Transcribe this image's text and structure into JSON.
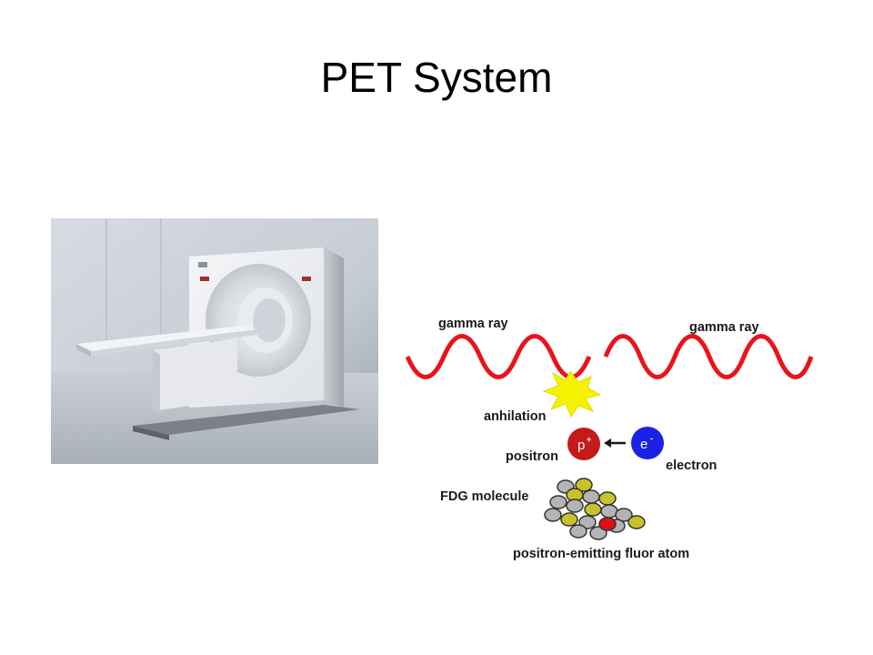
{
  "slide": {
    "title": "PET System"
  },
  "diagram": {
    "gamma_ray_left": "gamma ray",
    "gamma_ray_right": "gamma ray",
    "annihilation": "anhilation",
    "positron": "positron",
    "electron": "electron",
    "positron_symbol": "p",
    "positron_charge": "+",
    "electron_symbol": "e",
    "electron_charge": "-",
    "molecule": "FDG molecule",
    "fluor_atom": "positron-emitting fluor atom"
  },
  "colors": {
    "wave": "#e8141c",
    "flash": "#f5f200",
    "positron": "#c41a1a",
    "electron": "#1a22e6",
    "molecule_yellow": "#c9c22a",
    "molecule_gray": "#b4b4b4",
    "fluor": "#e01010"
  }
}
